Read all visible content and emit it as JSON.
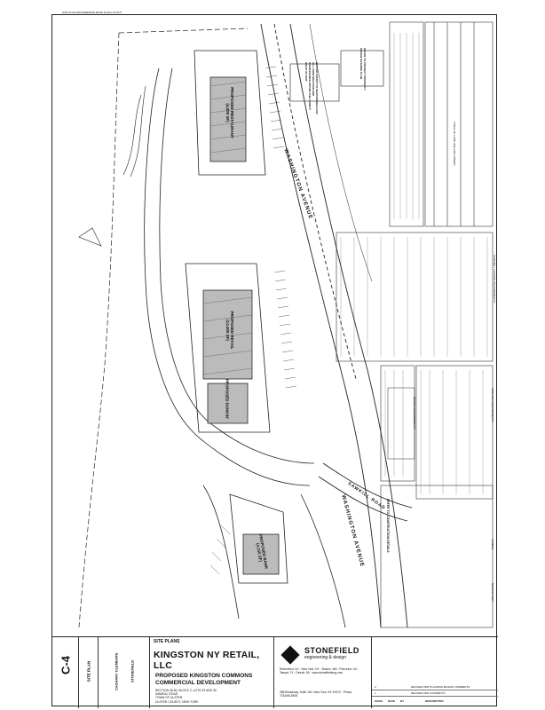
{
  "top_note": "SITE PLAN ENGINEERING BASE PLAN LAYOUT",
  "drawing": {
    "road_labels": [
      "WASHINGTON AVENUE",
      "WASHINGTON AVENUE",
      "SAWKILL ROAD"
    ],
    "buildings": [
      {
        "label": "PROPOSED RESTAURANT",
        "area": "(4,000 SF)"
      },
      {
        "label": "PROPOSED RETAIL",
        "area": "(14,400 SF)"
      },
      {
        "label": "PROPOSED DUNKIN'",
        "area": ""
      },
      {
        "label": "PROPOSED BANK",
        "area": "(4,150 SF)"
      }
    ],
    "boxed_note": "ULSTER COUNTY IS RESPONSIBLE FOR ALL CONSTRUCTION AND MAINTENANCE WITHIN THE COUNTY RIGHT OF WAY",
    "boxed_note_2": "REFER TO PROJECT PROPERTY ROUGH GRADING PLAN",
    "tables": [
      "TABLE OF LAND USE AND ZONING",
      "PARKING / LOADING REQUIREMENTS",
      "SIGNAGE REQUIREMENTS",
      "DESIGN REQUIREMENTS",
      "SYMBOL",
      "DESCRIPTION"
    ],
    "bottom_note": "REFER TO CONSTRUCTION DETAILS"
  },
  "title_block": {
    "section_title": "SITE PLANS",
    "client": "KINGSTON NY RETAIL, LLC",
    "project_line1": "PROPOSED KINGSTON COMMONS",
    "project_line2": "COMMERCIAL DEVELOPMENT",
    "address": [
      "SECTION 48.80, BLOCK 2, LOTS 29 AND 30",
      "SAWKILL ROAD",
      "TOWN OF ULSTER",
      "ULSTER COUNTY, NEW YORK"
    ],
    "firm": "STONEFIELD",
    "firm_tag": "engineering & design",
    "offices": "Rutherford, NJ · New York, NY · Boston, MA · Princeton, NJ · Tampa, FL · Detroit, MI · www.stonefieldeng.com",
    "contact": "286 Broadway, Suite 152, New York, NY 10013 · Phone 718.606.8305",
    "sheet_title": "SITE PLAN",
    "sheet_number": "C-4",
    "engineer": "ZACHARY CLEMENTE",
    "revisions": [
      {
        "no": "2",
        "date": "",
        "by": "",
        "desc": "REVISED PER PLANNING BOARD COMMENTS"
      },
      {
        "no": "1",
        "date": "",
        "by": "",
        "desc": "REVISED PER COMMENTS"
      }
    ],
    "rev_header": {
      "no": "ISSUE",
      "date": "DATE",
      "by": "BY",
      "desc": "DESCRIPTION"
    }
  }
}
